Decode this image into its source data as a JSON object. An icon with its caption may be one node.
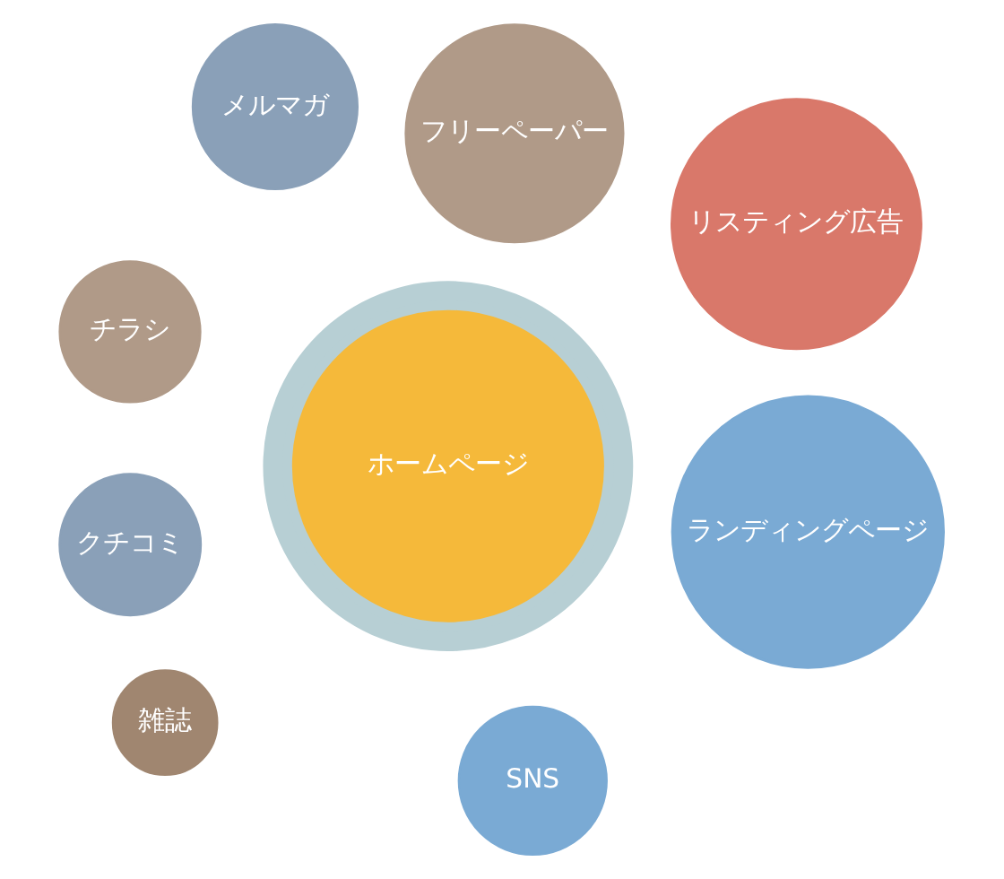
{
  "diagram": {
    "nodes": [
      {
        "text": [
          "ランディングページ"
        ]
      },
      {
        "text": [
          "SNS"
        ]
      },
      {
        "text": [
          "チラシ"
        ]
      },
      {
        "text": [
          "ホームページ"
        ]
      },
      {
        "text": [
          "メルマガ"
        ]
      },
      {
        "text": [
          "リスティング広告"
        ]
      },
      {
        "text": [
          "フリーペーパー"
        ]
      },
      {
        "text": [
          "雑誌"
        ]
      },
      {
        "text": [
          "クチコミ"
        ]
      }
    ]
  }
}
